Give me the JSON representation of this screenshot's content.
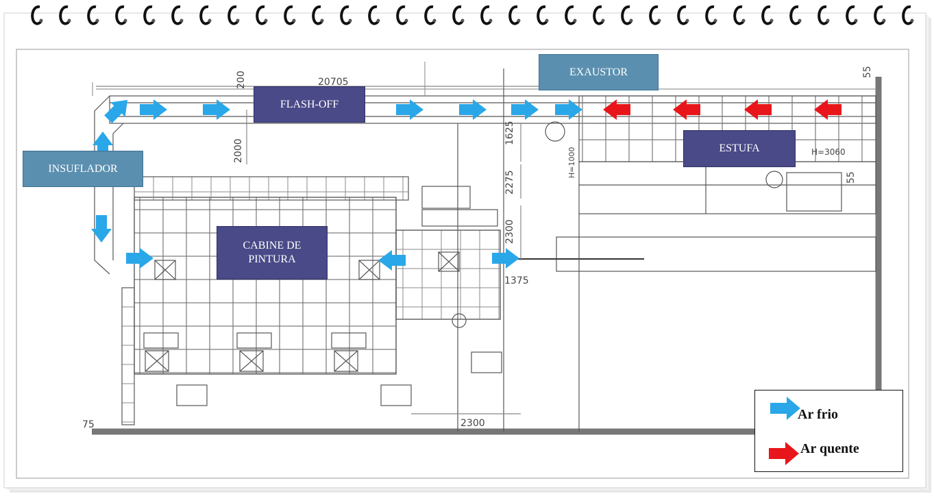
{
  "labels": {
    "exaustor": "EXAUSTOR",
    "flash_off": "FLASH-OFF",
    "insuflador": "INSUFLADOR",
    "estufa": "ESTUFA",
    "cabine_line1": "CABINE DE",
    "cabine_line2": "PINTURA"
  },
  "dimensions": {
    "d20705": "20705",
    "d200": "200",
    "d2000": "2000",
    "d1625": "1625",
    "d2275": "2275",
    "d2300v": "2300",
    "d1375": "1375",
    "d2300h": "2300",
    "d75": "75",
    "d55": "55",
    "d55b": "55",
    "hnote": "H=3060",
    "hnote2": "H=1000"
  },
  "legend": {
    "cold": "Ar frio",
    "hot": "Ar quente"
  },
  "colors": {
    "cold_air": "#2aa7e8",
    "hot_air": "#e8161a",
    "blue_box": "#5b8fb0",
    "navy_box": "#4a4a88"
  }
}
